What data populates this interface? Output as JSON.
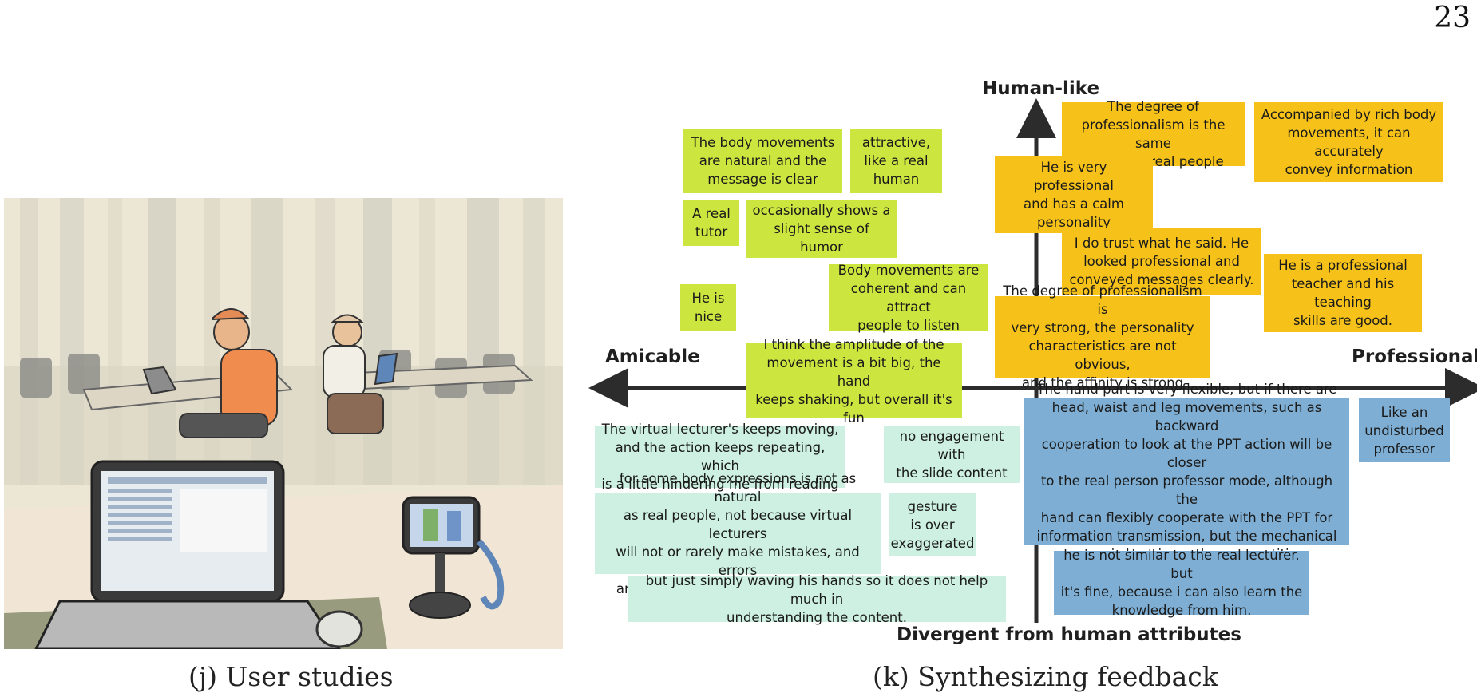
{
  "page_number": "23",
  "figure": {
    "left": {
      "caption": "(j) User studies",
      "image_description": "Illustration of participants in a classroom using laptops while a phone records the session"
    },
    "right": {
      "caption": "(k) Synthesizing feedback",
      "axes": {
        "top": "Human-like",
        "bottom": "Divergent from human attributes",
        "left": "Amicable",
        "right": "Professional"
      },
      "notes": {
        "g1": "The body movements\nare natural and the\nmessage is clear",
        "g2": "attractive,\nlike a real\nhuman",
        "g3": "A real\ntutor",
        "g4": "occasionally shows a\nslight sense of humor",
        "g5": "He is\nnice",
        "g6": "Body movements are\ncoherent and can attract\npeople to listen",
        "g7": "I think the amplitude of the\nmovement is a bit big, the hand\nkeeps shaking, but overall it's fun",
        "y1": "The degree of\nprofessionalism is the same\nas that of real people",
        "y2": "Accompanied by rich body\nmovements, it can accurately\nconvey information",
        "y3": "He is very professional\nand has a calm\npersonality",
        "y4": "I do trust what he said. He\nlooked professional and\nconveyed messages clearly.",
        "y5": "He is a professional\nteacher and his teaching\nskills are good.",
        "y6": "The degree of professionalism is\nvery strong, the personality\ncharacteristics are not obvious,\nand the affinity is strong",
        "t1": "The virtual lecturer's keeps moving,\nand the action keeps repeating, which\nis a little hindering me from reading",
        "t2": "no engagement with\nthe slide content",
        "t3": "for some body expressions is not as natural\nas real people, not because virtual lecturers\nwill not or rarely make mistakes, and errors\nare a feature that can reflect realism",
        "t4": "gesture\nis over\nexaggerated",
        "t5": "but just simply waving his hands so it does not help much in\nunderstanding the content.",
        "b1": "The hand part is very flexible, but if there are\nhead, waist and leg movements, such as backward\ncooperation to look at the PPT action will be closer\nto the real person professor mode, although the\nhand can flexibly cooperate with the PPT for\ninformation transmission, but the mechanical\nsense is heavier and very repetitive",
        "b2": "Like an\nundisturbed\nprofessor",
        "b3": "he is not similar to the real lecturer. but\nit's fine, because i can also learn the\nknowledge from him."
      }
    }
  },
  "colors": {
    "green": "#cde63f",
    "yellow": "#f6c21a",
    "teal": "#cdf0e2",
    "blue": "#7eaed3"
  }
}
